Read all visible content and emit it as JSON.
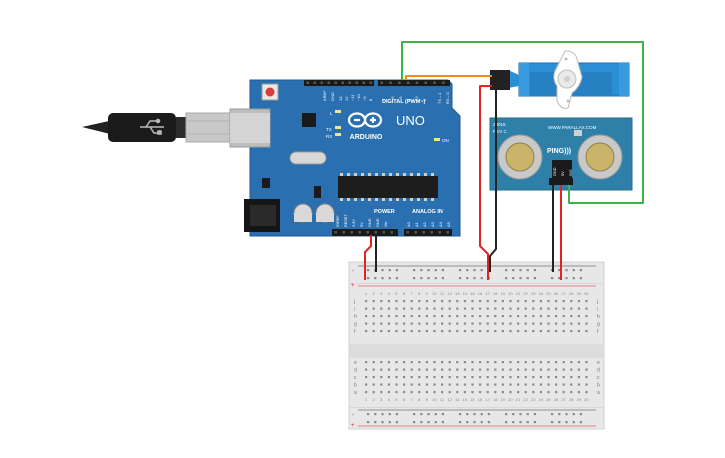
{
  "colors": {
    "board": "#2a6fb0",
    "board_dark": "#1f5a92",
    "sensor": "#2f80a8",
    "servo": "#2b8fd6",
    "wire_red": "#e02424",
    "wire_black": "#222222",
    "wire_green": "#3cb44b",
    "wire_orange": "#f08a1c",
    "breadboard": "#e7e7e7"
  },
  "arduino": {
    "brand": "ARDUINO",
    "model": "UNO",
    "digital_label": "DIGITAL (PWM~)",
    "analog_label": "ANALOG IN",
    "power_label": "POWER",
    "aref": "AREF",
    "gnd": "GND",
    "tx": "TX",
    "rx": "RX",
    "l": "L",
    "on": "ON",
    "tx1": "TX→1",
    "rx0": "RX←0",
    "power_pins": [
      "IOREF",
      "RESET",
      "3.3V",
      "5V",
      "GND",
      "GND",
      "Vin"
    ],
    "analog_pins": [
      "A0",
      "A1",
      "A2",
      "A3",
      "A4",
      "A5"
    ],
    "digital_pins": [
      "13",
      "12",
      "~11",
      "~10",
      "~9",
      "8",
      "7",
      "~6",
      "~5",
      "4",
      "~3",
      "2"
    ]
  },
  "sensor": {
    "url": "WWW.PARALLAX.COM",
    "name": "PING)))",
    "part": "28015",
    "rev": "REV C",
    "pins": [
      "GND",
      "5V",
      "SIG"
    ]
  },
  "breadboard": {
    "row_letters_top": [
      "j",
      "i",
      "h",
      "g",
      "f"
    ],
    "row_letters_bottom": [
      "e",
      "d",
      "c",
      "b",
      "a"
    ],
    "plus": "+",
    "minus": "-"
  }
}
